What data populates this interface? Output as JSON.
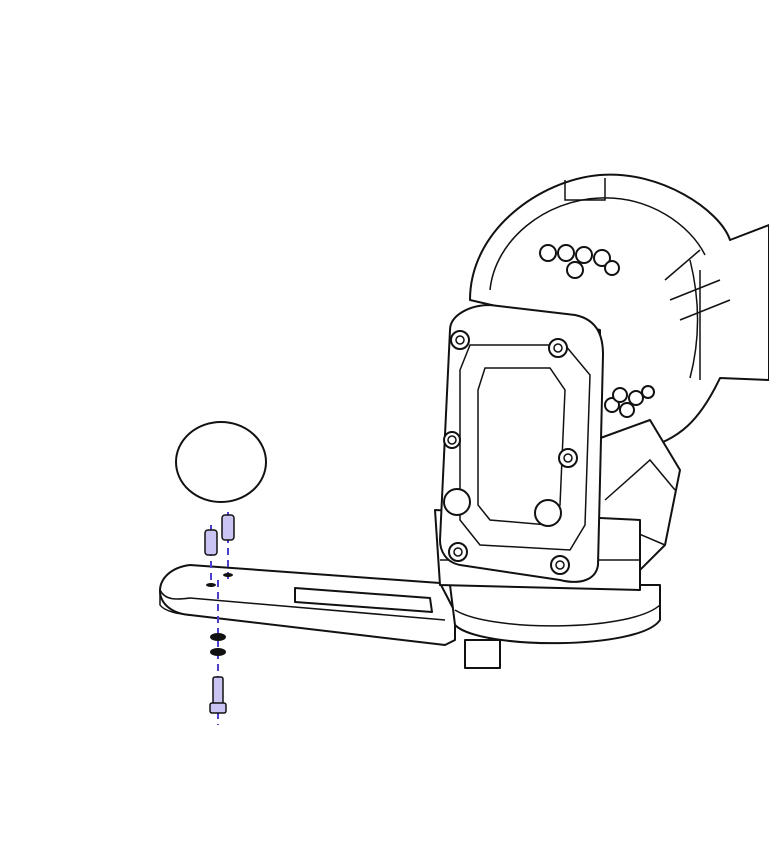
{
  "diagram": {
    "colors": {
      "line": "#111111",
      "hardware_axis": "#4a3fd0",
      "hardware_fill": "#c9c4f2",
      "background": "#ffffff"
    },
    "parts": [
      "ball",
      "standoff-screws",
      "bracket-arm",
      "washers",
      "bolt",
      "robot-wrist",
      "robot-arm-link"
    ]
  }
}
